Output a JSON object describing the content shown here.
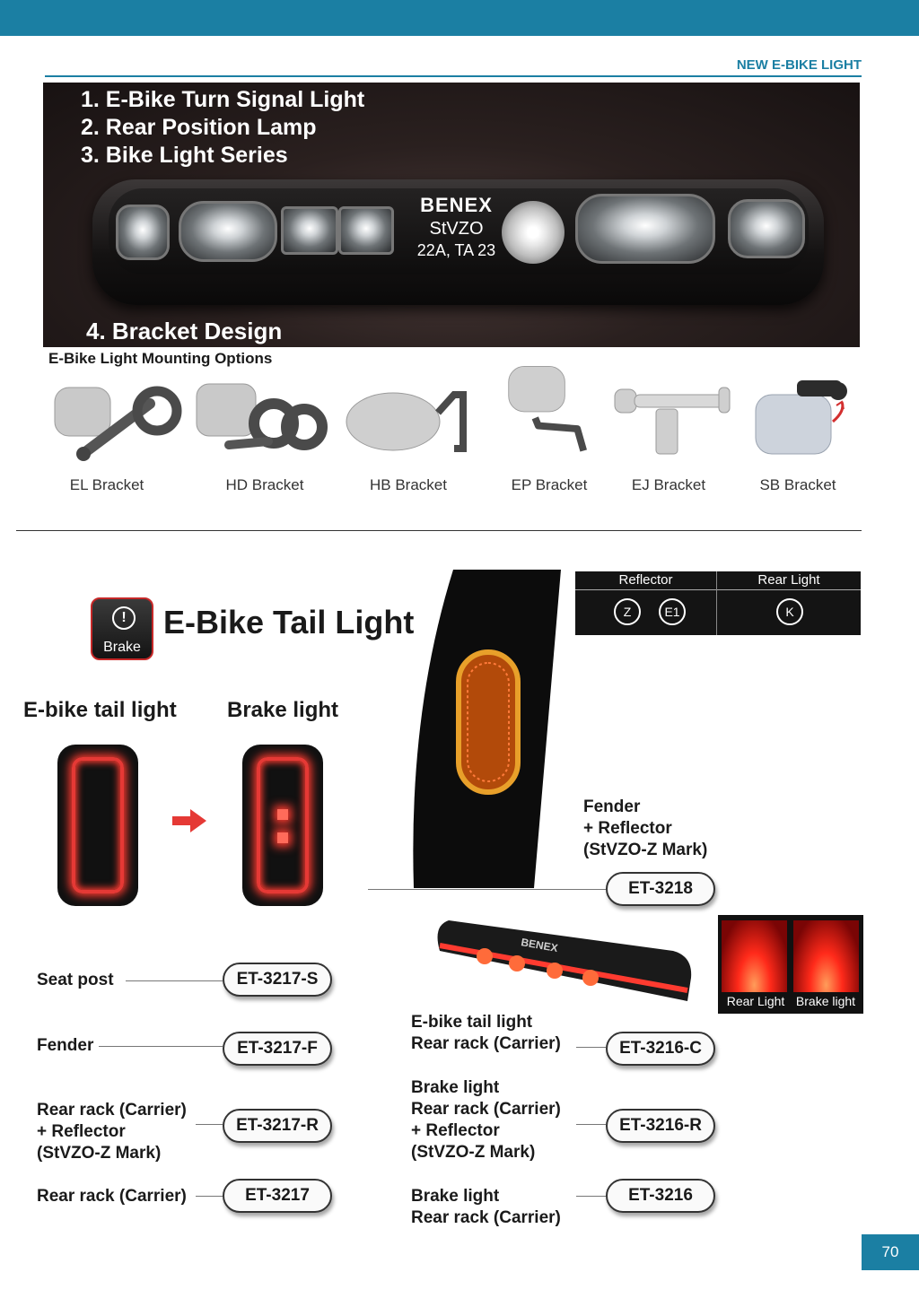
{
  "header": {
    "section_label": "NEW E-BIKE LIGHT"
  },
  "hero": {
    "items": [
      "1. E-Bike Turn Signal Light",
      "2. Rear Position Lamp",
      "3. Bike Light Series"
    ],
    "bottom_item": "4. Bracket Design",
    "lamp_brand": "BENEX",
    "lamp_standard": "StVZO",
    "lamp_code": "22A, TA 23"
  },
  "mounting": {
    "title": "E-Bike Light Mounting Options",
    "brackets": [
      "EL Bracket",
      "HD Bracket",
      "HB Bracket",
      "EP Bracket",
      "EJ Bracket",
      "SB Bracket"
    ]
  },
  "tail": {
    "badge_label": "Brake",
    "title": "E-Bike Tail Light",
    "left_heading": "E-bike tail light",
    "right_heading": "Brake light"
  },
  "certifications": {
    "reflector_label": "Reflector",
    "rear_label": "Rear Light",
    "marks": [
      "Z",
      "E1",
      "K"
    ]
  },
  "fender_product": {
    "label_lines": [
      "Fender",
      "+ Reflector",
      "(StVZO-Z Mark)"
    ],
    "model": "ET-3218"
  },
  "left_models": [
    {
      "label_lines": [
        "Seat post"
      ],
      "model": "ET-3217-S"
    },
    {
      "label_lines": [
        "Fender"
      ],
      "model": "ET-3217-F"
    },
    {
      "label_lines": [
        "Rear rack (Carrier)",
        "+ Reflector",
        "(StVZO-Z Mark)"
      ],
      "model": "ET-3217-R"
    },
    {
      "label_lines": [
        "Rear rack (Carrier)"
      ],
      "model": "ET-3217"
    }
  ],
  "right_models": [
    {
      "label_lines": [
        "E-bike tail light",
        "Rear rack (Carrier)"
      ],
      "model": "ET-3216-C"
    },
    {
      "label_lines": [
        "Brake light",
        "Rear rack (Carrier)",
        "+ Reflector",
        "(StVZO-Z Mark)"
      ],
      "model": "ET-3216-R"
    },
    {
      "label_lines": [
        "Brake light",
        "Rear rack (Carrier)"
      ],
      "model": "ET-3216"
    }
  ],
  "thumbs": {
    "left_caption": "Rear Light",
    "right_caption": "Brake light",
    "product_brand": "BENEX"
  },
  "footer": {
    "page_number": "70"
  },
  "colors": {
    "accent": "#1b7fa3",
    "red": "#e53935"
  }
}
